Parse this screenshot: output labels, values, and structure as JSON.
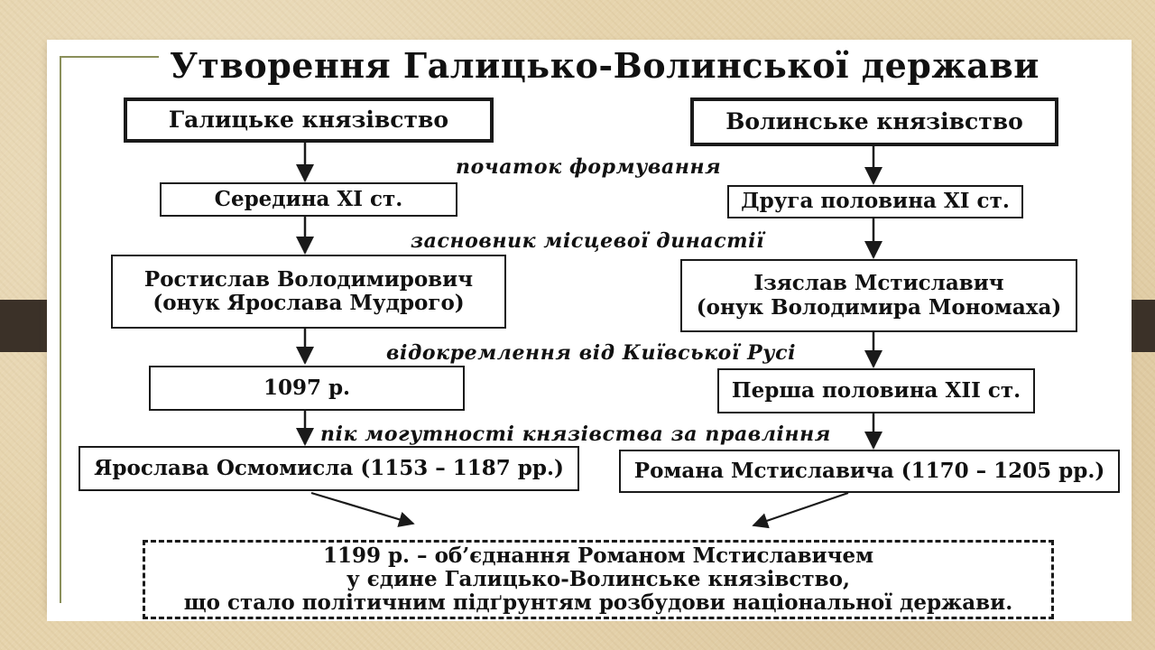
{
  "title": "Утворення Галицько-Волинської держави",
  "galicia": {
    "header": "Галицьке князівство",
    "formation": "Середина XI ст.",
    "founder_name": "Ростислав Володимирович",
    "founder_note": "(онук Ярослава Мудрого)",
    "separation": "1097 р.",
    "peak": "Ярослава Осмомисла (1153 – 1187 рр.)"
  },
  "volhynia": {
    "header": "Волинське князівство",
    "formation": "Друга половина XI ст.",
    "founder_name": "Ізяслав Мстиславич",
    "founder_note": "(онук Володимира Мономаха)",
    "separation": "Перша половина XII ст.",
    "peak": "Романа Мстиславича (1170 – 1205 рр.)"
  },
  "stages": {
    "formation": "початок формування",
    "founder": "засновник місцевої династії",
    "separation": "відокремлення від Київської Русі",
    "peak": "пік могутності князівства за правління"
  },
  "conclusion": {
    "line1": "1199 р. – об’єднання Романом Мстиславичем",
    "line2": "у єдине Галицько-Волинське князівство,",
    "line3": "що стало політичним підґрунтям розбудови національної держави."
  },
  "colors": {
    "background": "#e6d4ad",
    "band": "#3b3128",
    "ink": "#111111"
  }
}
